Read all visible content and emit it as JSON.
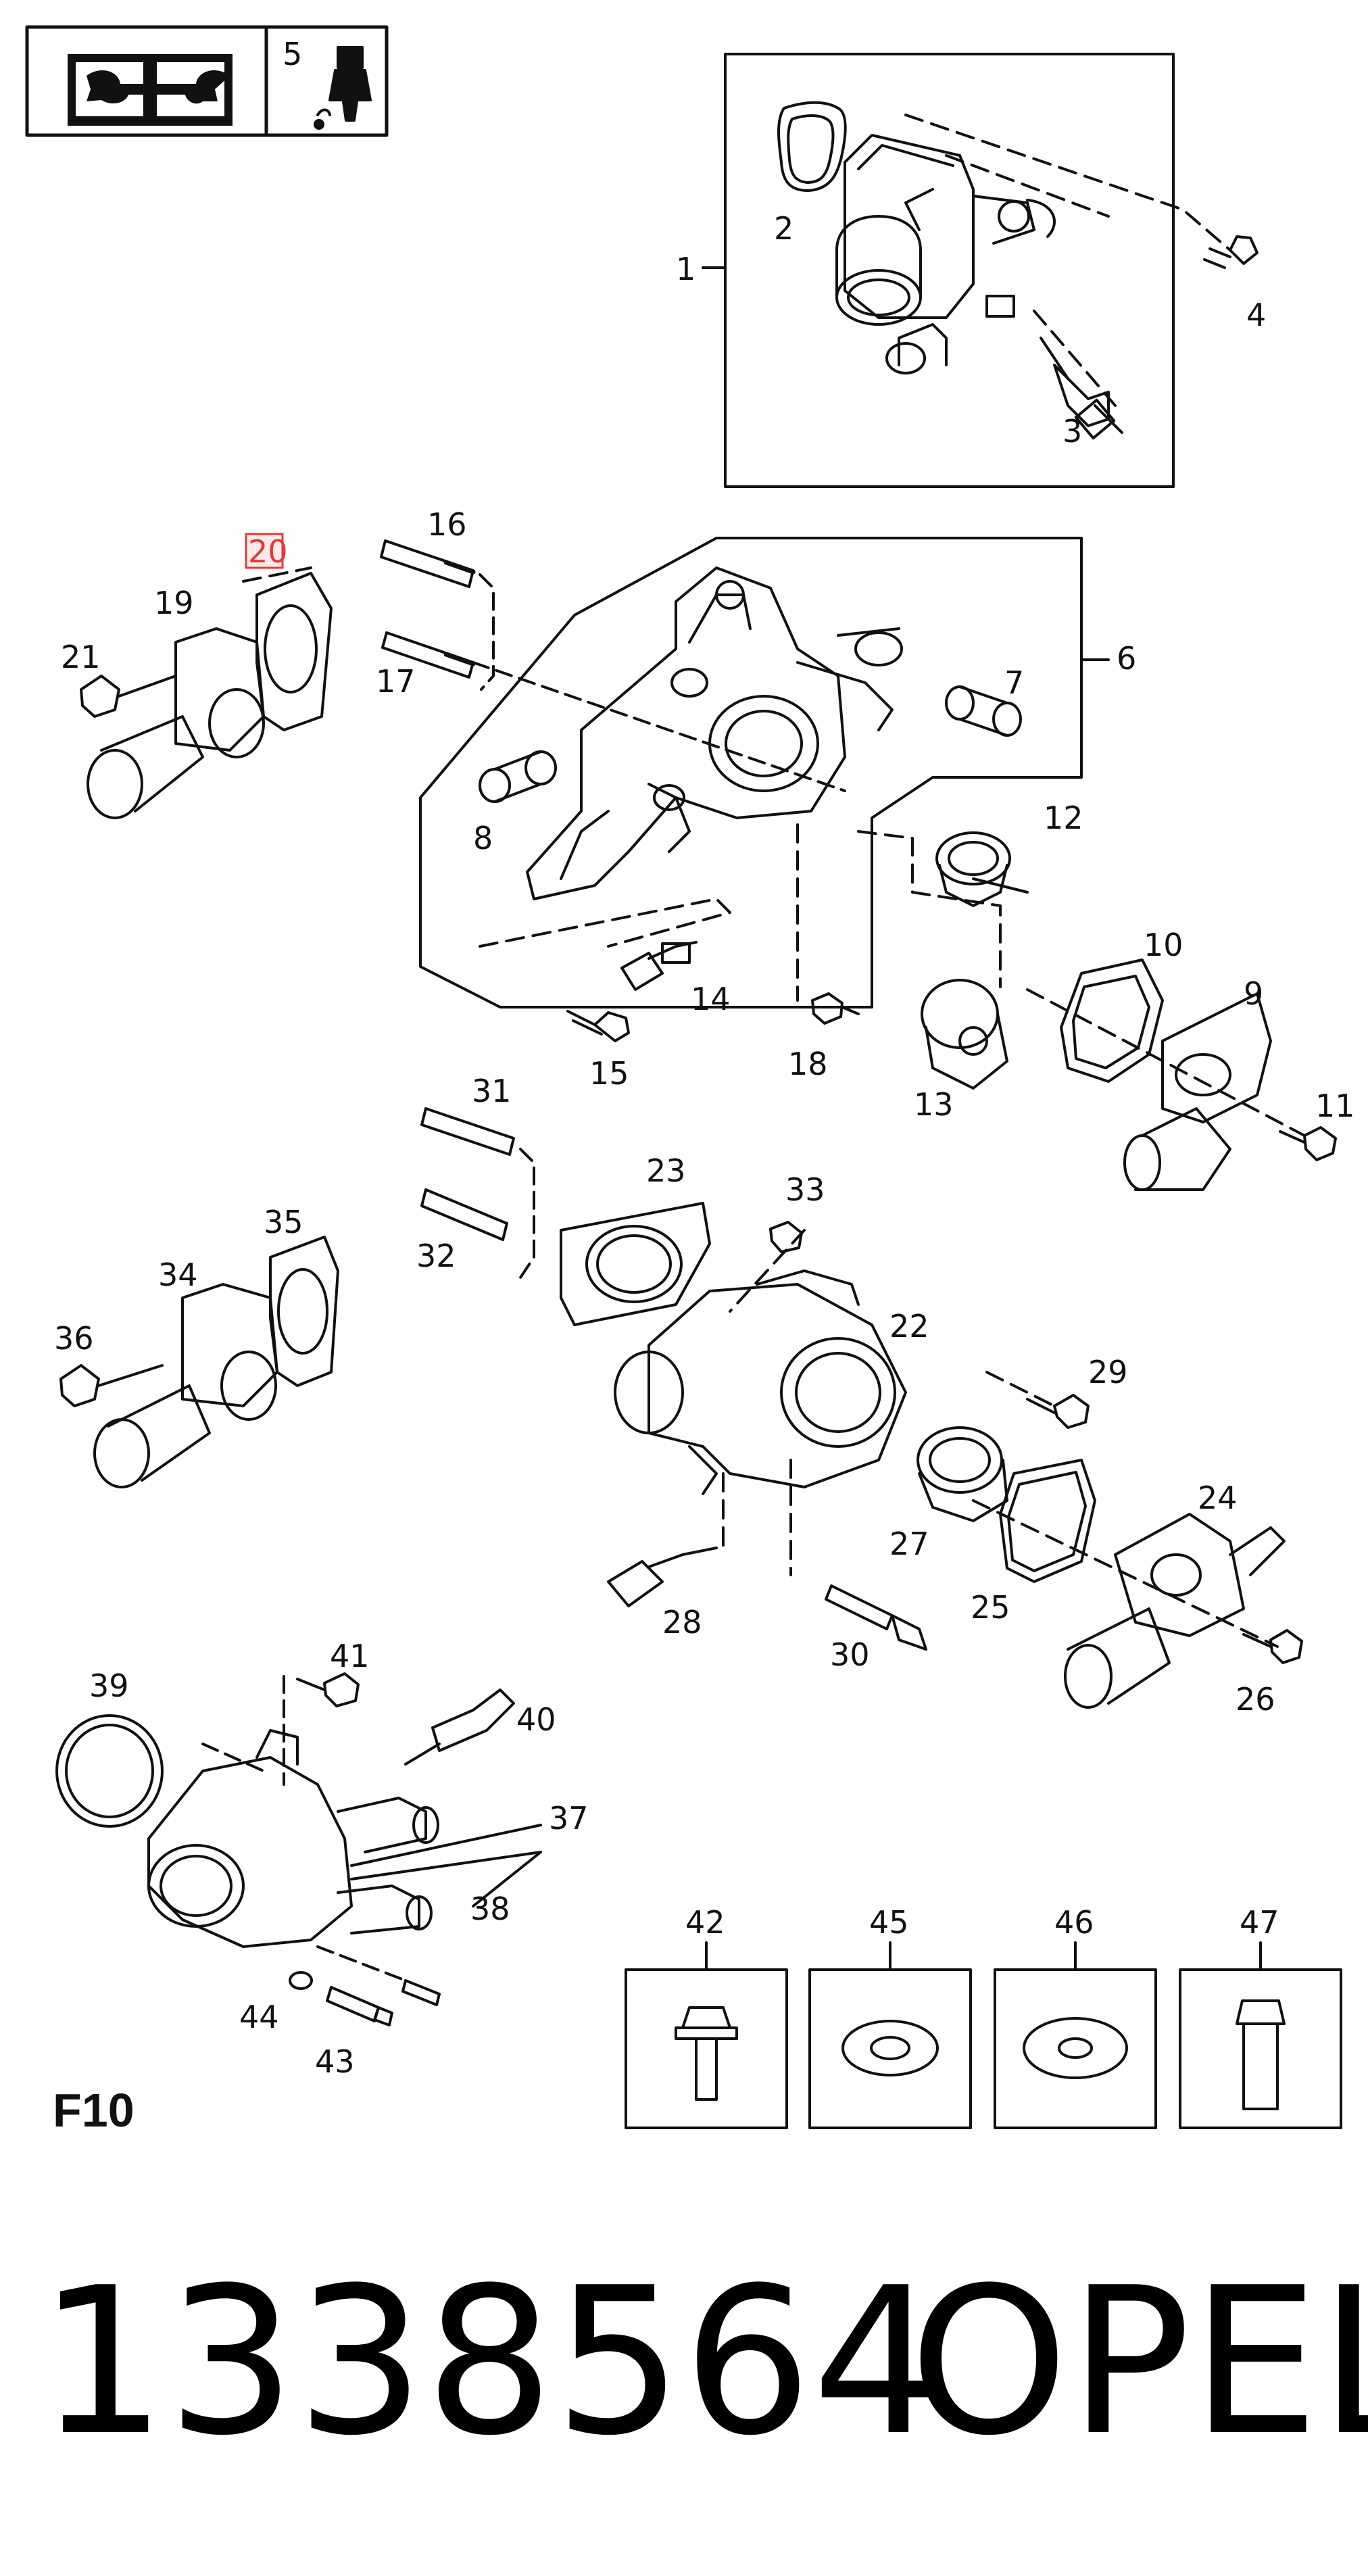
{
  "diagram": {
    "section_label": "F10",
    "header_box_callout": "5",
    "highlighted_callout": "20",
    "callouts": [
      "1",
      "2",
      "3",
      "4",
      "6",
      "7",
      "8",
      "9",
      "10",
      "11",
      "12",
      "13",
      "14",
      "15",
      "16",
      "17",
      "18",
      "19",
      "21",
      "22",
      "23",
      "24",
      "25",
      "26",
      "27",
      "28",
      "29",
      "30",
      "31",
      "32",
      "33",
      "34",
      "35",
      "36",
      "37",
      "38",
      "39",
      "40",
      "41",
      "42",
      "43",
      "44",
      "45",
      "46",
      "47"
    ],
    "hardware_boxes": [
      "42",
      "45",
      "46",
      "47"
    ]
  },
  "footer": {
    "part_number": "1338564",
    "brand": "OPEL"
  },
  "icons": [
    "manual-wrench-icon",
    "grease-tube-icon"
  ],
  "colors": {
    "line": "#111111",
    "highlight": "#e23a3a",
    "background": "#ffffff"
  }
}
